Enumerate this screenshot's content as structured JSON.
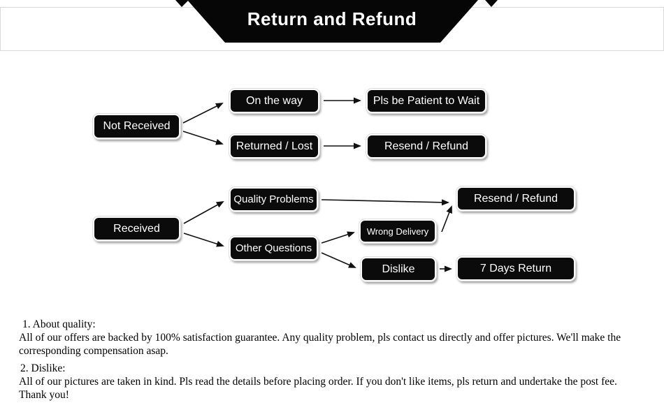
{
  "header": {
    "title": "Return and Refund",
    "banner_color": "#060606",
    "box_border_color": "#d9d9d9"
  },
  "flowchart": {
    "node_background": "#0b0b0b",
    "node_text_color": "#ffffff",
    "nodes": {
      "not_received": "Not Received",
      "on_the_way": "On the way",
      "pls_be_patient": "Pls be Patient to Wait",
      "returned_lost": "Returned / Lost",
      "resend_refund_1": "Resend / Refund",
      "received": "Received",
      "quality_problems": "Quality Problems",
      "other_questions": "Other Questions",
      "wrong_delivery": "Wrong Delivery",
      "dislike": "Dislike",
      "resend_refund_2": "Resend / Refund",
      "seven_days_return": "7 Days Return"
    },
    "edges": [
      {
        "from": "not_received",
        "to": "on_the_way"
      },
      {
        "from": "not_received",
        "to": "returned_lost"
      },
      {
        "from": "on_the_way",
        "to": "pls_be_patient"
      },
      {
        "from": "returned_lost",
        "to": "resend_refund_1"
      },
      {
        "from": "received",
        "to": "quality_problems"
      },
      {
        "from": "received",
        "to": "other_questions"
      },
      {
        "from": "quality_problems",
        "to": "resend_refund_2"
      },
      {
        "from": "other_questions",
        "to": "wrong_delivery"
      },
      {
        "from": "other_questions",
        "to": "dislike"
      },
      {
        "from": "wrong_delivery",
        "to": "resend_refund_2"
      },
      {
        "from": "dislike",
        "to": "seven_days_return"
      }
    ]
  },
  "notes": {
    "section1": {
      "heading": "1. About quality:",
      "lines": [
        "All of our offers are backed by 100% satisfaction guarantee. Any quality problem, pls contact us directly and offer pictures. We'll make the",
        "corresponding compensation asap."
      ]
    },
    "section2": {
      "heading": "2. Dislike:",
      "lines": [
        "All of our pictures are taken in kind. Pls read the details before placing order. If you don't like items, pls return and undertake the post fee.",
        "Thank you!"
      ]
    }
  }
}
